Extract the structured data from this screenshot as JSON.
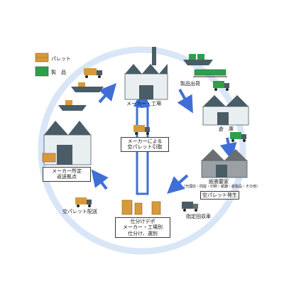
{
  "legend": {
    "pallet": "パレット",
    "product": "製　品"
  },
  "nodes": {
    "factory": "メーカー・工場",
    "shipping": "製品出荷",
    "warehouse": "倉　庫",
    "demand_title": "紙需要家",
    "demand_sub": "（代理店・問屋・印刷・紙器・紙製品・その他）",
    "pallet_generated": "空パレット発生",
    "designated_collector": "指定回収車",
    "depot_line1": "仕分けデポ",
    "depot_line2": "メーカー・工場別",
    "depot_line3": "仕分け、選別",
    "empty_delivery": "空パレット配送",
    "return_line1": "メーカー所定",
    "return_line2": "返送拠点",
    "maker_pickup_line1": "メーカーによる",
    "maker_pickup_line2": "空パレット引取"
  },
  "colors": {
    "arrow": "#3f6fd6",
    "cycle": "#d9e6f7",
    "roof": "#4a5c66",
    "wall": "#e9eef1",
    "pallet": "#d79a3b",
    "product": "#2e9e4a"
  }
}
